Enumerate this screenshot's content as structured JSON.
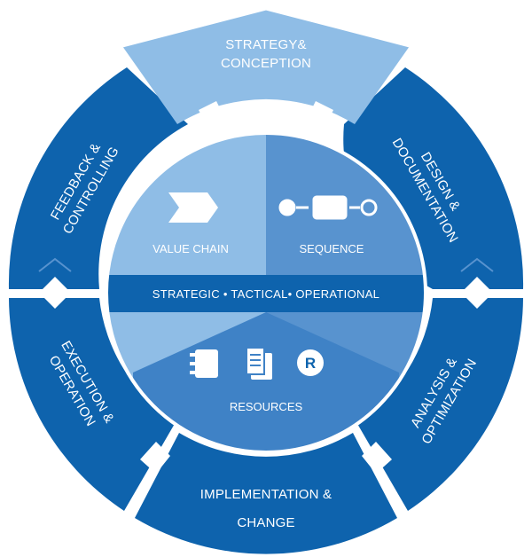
{
  "outer_segments": [
    {
      "id": "strategy",
      "lines": [
        "STRATEGY&",
        "CONCEPTION"
      ]
    },
    {
      "id": "design",
      "lines": [
        "DESIGN &",
        "DOCUMENTATION"
      ]
    },
    {
      "id": "analysis",
      "lines": [
        "ANALYSIS &",
        "OPTIMIZATION"
      ]
    },
    {
      "id": "implementation",
      "lines": [
        "IMPLEMENTATION &",
        "CHANGE"
      ]
    },
    {
      "id": "execution",
      "lines": [
        "EXECUTION &",
        "OPERATION"
      ]
    },
    {
      "id": "feedback",
      "lines": [
        "FEEDBACK &",
        "CONTROLLING"
      ]
    }
  ],
  "inner": {
    "value_chain": "VALUE CHAIN",
    "sequence": "SEQUENCE",
    "band": "STRATEGIC • TACTICAL• OPERATIONAL",
    "resources": "RESOURCES",
    "resources_badge": "R"
  },
  "colors": {
    "outer_dark": "#0e63ad",
    "outer_light": "#8fbde6",
    "inner_light": "#8fbde6",
    "inner_mid": "#5893cf",
    "inner_band": "#0e63ad",
    "inner_bottom": "#3f82c6"
  },
  "icons": [
    "chevron-right-icon",
    "process-sequence-icon",
    "notebook-icon",
    "document-icon",
    "registered-icon"
  ]
}
